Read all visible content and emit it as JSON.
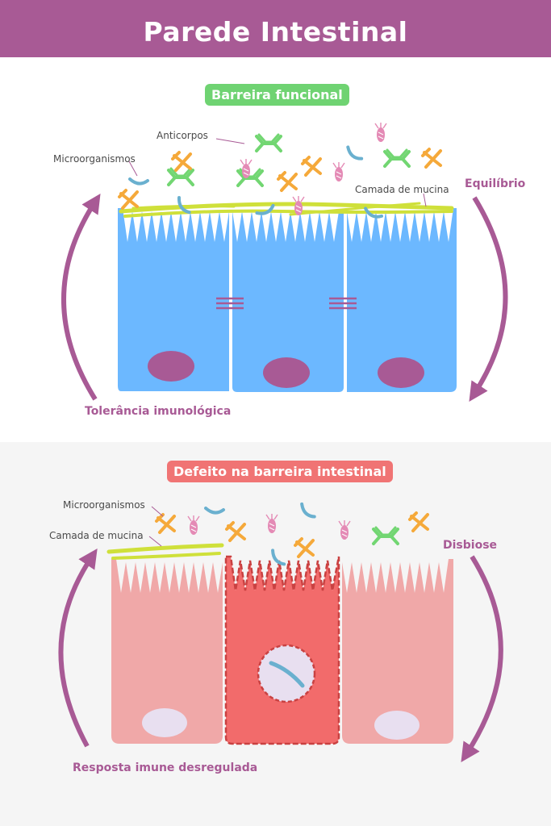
{
  "title": "Parede Intestinal",
  "colors": {
    "header": "#a85a95",
    "healthy_cell": "#6cb8ff",
    "healthy_nucleus": "#a85a95",
    "diseased_cell": "#f0a8a8",
    "damaged_cell": "#f26b6b",
    "mucin": "#cfe03a",
    "antibody": "#72d672",
    "microorganism": "#f5a93a",
    "bacteria": "#6ab0cf",
    "protozoa": "#e48ab5",
    "arrow": "#a85a95"
  },
  "top": {
    "badge": "Barreira funcional",
    "labels": {
      "antibodies": "Anticorpos",
      "microorganisms": "Microorganismos",
      "mucin": "Camada de mucina",
      "balance": "Equilíbrio",
      "tolerance": "Tolerância imunológica"
    }
  },
  "bottom": {
    "badge": "Defeito na barreira intestinal",
    "labels": {
      "microorganisms": "Microorganismos",
      "mucin": "Camada de mucina",
      "dysbiosis": "Disbiose",
      "response": "Resposta imune desregulada"
    }
  }
}
